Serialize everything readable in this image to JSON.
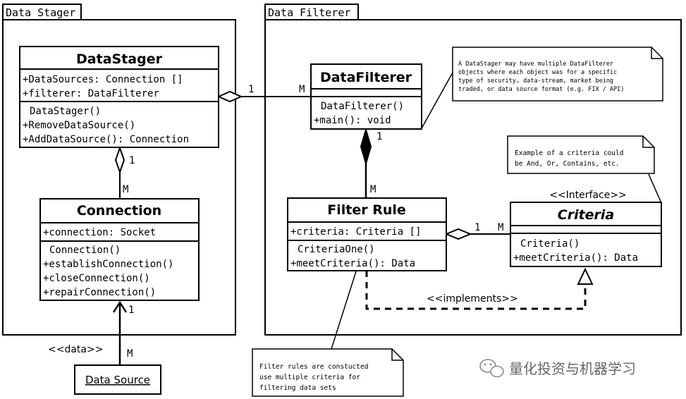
{
  "packages": {
    "data_stager": {
      "label": "Data Stager"
    },
    "data_filterer": {
      "label": "Data Filterer"
    }
  },
  "classes": {
    "datastager": {
      "name": "DataStager",
      "attributes": [
        "+DataSources: Connection []",
        "+filterer: DataFilterer"
      ],
      "methods": [
        "DataStager()",
        "+RemoveDataSource()",
        "+AddDataSource(): Connection"
      ]
    },
    "connection": {
      "name": "Connection",
      "attributes": [
        "+connection: Socket"
      ],
      "methods": [
        "Connection()",
        "+establishConnection()",
        "+closeConnection()",
        "+repairConnection()"
      ]
    },
    "datafilterer": {
      "name": "DataFilterer",
      "methods": [
        "DataFilterer()",
        "+main(): void"
      ]
    },
    "filter_rule": {
      "name": "Filter Rule",
      "attributes": [
        "+criteria: Criteria []"
      ],
      "methods": [
        "CriteriaOne()",
        "+meetCriteria(): Data"
      ]
    },
    "criteria": {
      "stereotype": "<<Interface>>",
      "name": "Criteria",
      "methods": [
        "Criteria()",
        "+meetCriteria(): Data"
      ]
    }
  },
  "data_source": {
    "label": "Data Source"
  },
  "notes": {
    "datafilterer_note": [
      "A DataStager may have multiple DataFilterer",
      "objects where each object was for a specific",
      "type of security, data-stream, market being",
      "traded, or data source format (e.g. FIX / API)"
    ],
    "criteria_note": [
      "Example of a criteria could",
      "be And, Or, Contains, etc."
    ],
    "filter_rule_note": [
      "Filter rules are constucted",
      "use multiple criteria for",
      "filtering data sets"
    ]
  },
  "multiplicities": {
    "stager_filterer_one": "1",
    "stager_filterer_many": "M",
    "stager_connection_one": "1",
    "stager_connection_many": "M",
    "filterer_rule_one": "1",
    "filterer_rule_many": "M",
    "rule_criteria_one": "1",
    "rule_criteria_many": "M",
    "source_connection_one": "1",
    "source_connection_many": "M"
  },
  "edge_labels": {
    "data": "<<data>>",
    "implements": "<<implements>>"
  },
  "watermark": {
    "text": "量化投资与机器学习"
  }
}
